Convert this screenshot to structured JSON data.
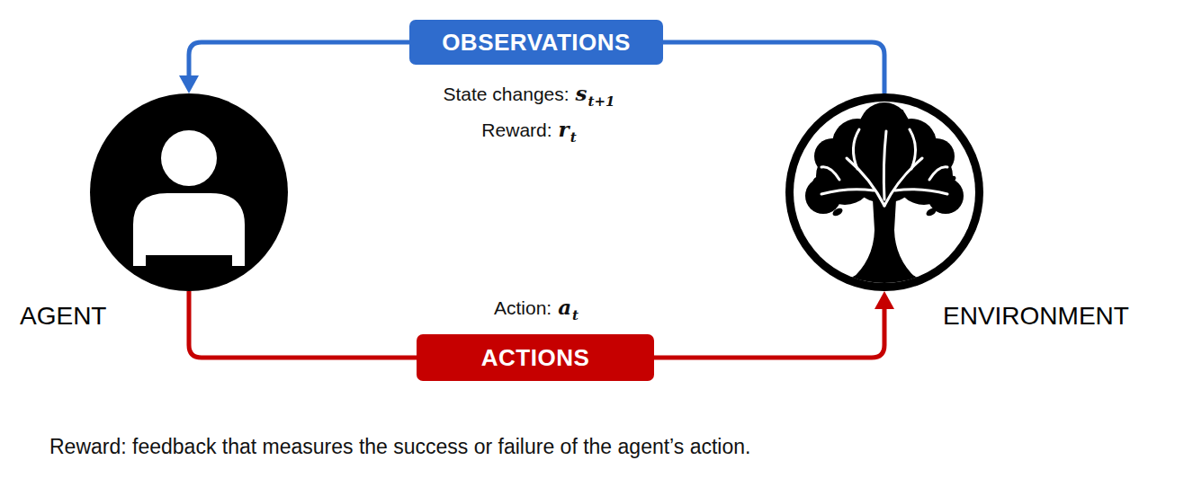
{
  "diagram": {
    "caption": "Reward: feedback that measures the success or failure of the agent’s action.",
    "nodes": [
      {
        "text": [
          "OBSERVATIONS"
        ]
      },
      {
        "text": [
          "AGENT"
        ]
      },
      {
        "text": [
          "ENVIRONMENT"
        ]
      },
      {
        "text": [
          "ACTIONS"
        ]
      }
    ],
    "edges": [
      {
        "from": 2,
        "to": 0,
        "arrow": "none"
      },
      {
        "from": 0,
        "to": 1,
        "arrow": "to"
      },
      {
        "from": 1,
        "to": 3,
        "arrow": "none"
      },
      {
        "from": 3,
        "to": 2,
        "arrow": "to"
      }
    ],
    "labels": [
      "State changes:",
      "s",
      "t+1",
      "Reward:",
      "r",
      "t",
      "Action:",
      "a",
      "t"
    ]
  }
}
